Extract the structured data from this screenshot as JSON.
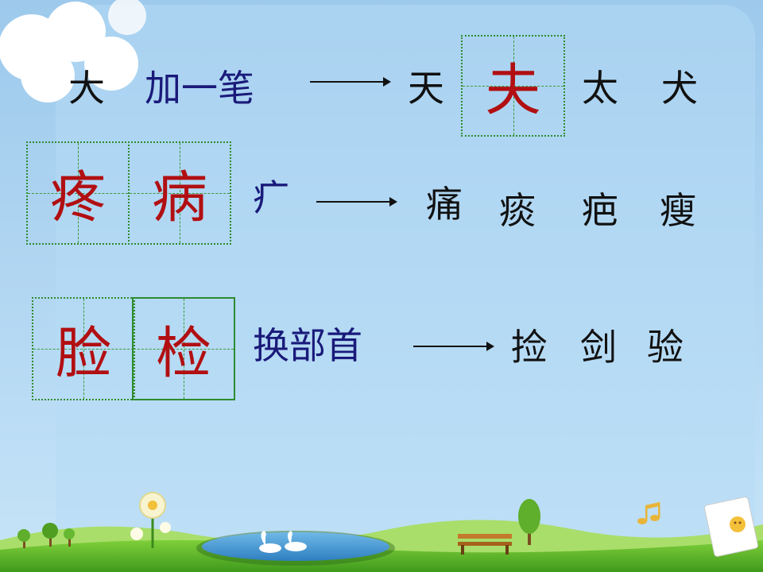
{
  "row1": {
    "base": "大",
    "rule": "加一笔",
    "results": [
      "天",
      "太",
      "犬"
    ],
    "highlight": "夫"
  },
  "row2": {
    "chars": [
      "疼",
      "病"
    ],
    "radical": "疒",
    "results": [
      "痛",
      "痰",
      "疤",
      "瘦"
    ]
  },
  "row3": {
    "chars": [
      "脸",
      "检"
    ],
    "rule": "换部首",
    "results": [
      "捡",
      "剑",
      "验"
    ]
  },
  "colors": {
    "highlight": "#b10f12",
    "rule_text": "#1a1a7a",
    "grid": "#2e8b2e",
    "sky_top": "#9dc9ec",
    "sky_bottom": "#bfe0f8",
    "grass": "#59b52b"
  },
  "decor": {
    "icons": [
      "cloud-icon",
      "flower-icon",
      "tree-icon",
      "pond-icon",
      "swan-icon",
      "bench-icon",
      "music-note-icon",
      "note-card-icon"
    ]
  }
}
